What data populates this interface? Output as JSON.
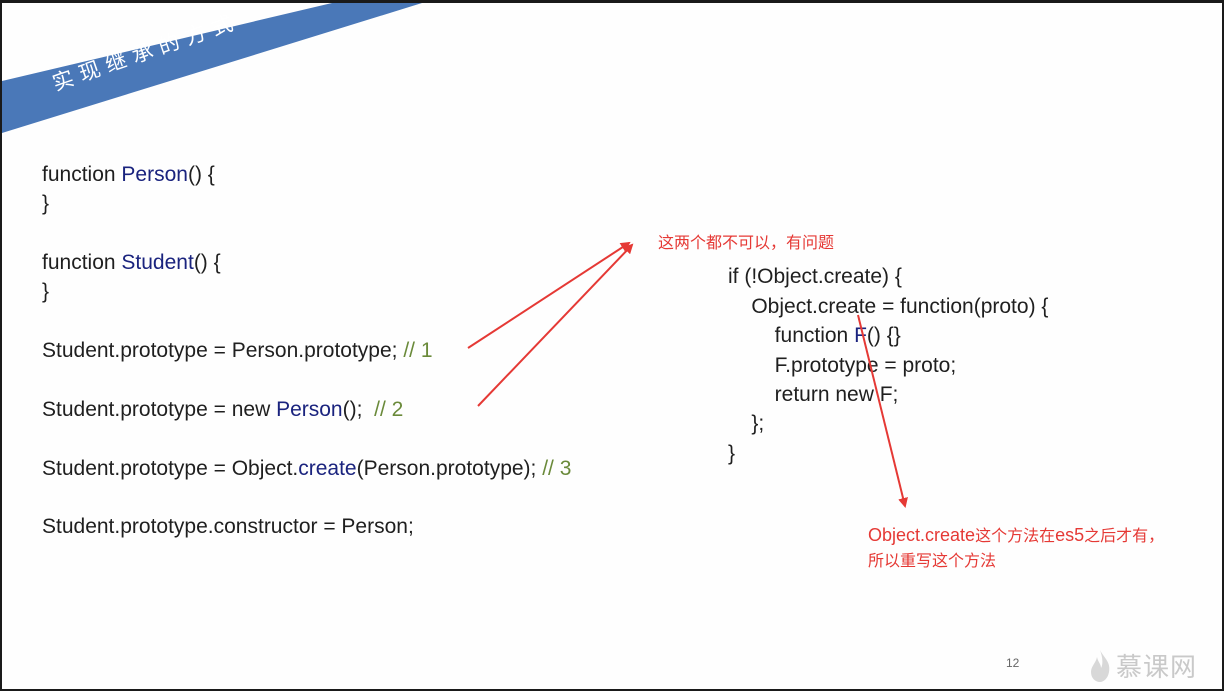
{
  "slide": {
    "title": "实现继承的方式",
    "page_number": "12",
    "logo_text": "慕课网"
  },
  "left_code": {
    "line1": {
      "kw": "function",
      "name": "Person",
      "rest": "() {"
    },
    "line2": "}",
    "line3": {
      "kw": "function",
      "name": "Student",
      "rest": "() {"
    },
    "line4": "}",
    "line5": {
      "code": "Student.prototype = Person.prototype; ",
      "comment": "// 1"
    },
    "line6": {
      "pre": "Student.prototype = new ",
      "name": "Person",
      "post": "();  ",
      "comment": "// 2"
    },
    "line7": {
      "pre": "Student.prototype = Object.",
      "name": "create",
      "post": "(Person.prototype); ",
      "comment": "// 3"
    },
    "line8": "Student.prototype.constructor = Person;"
  },
  "right_code": {
    "line1": "if (!Object.create) {",
    "line2": "    Object.create = function(proto) {",
    "line3": {
      "pre": "        function ",
      "name": "F",
      "post": "() {}"
    },
    "line4": "        F.prototype = proto;",
    "line5": "        return new F;",
    "line6": "    };",
    "line7": "}"
  },
  "annotations": {
    "top": "这两个都不可以，有问题",
    "bottom_line1_en": "Object.create",
    "bottom_line1_zh": "这个方法在",
    "bottom_line1_en2": "es5",
    "bottom_line1_zh2": "之后才有，",
    "bottom_line2": "所以重写这个方法"
  },
  "colors": {
    "banner": "#4a78b8",
    "annotation": "#e53935",
    "keyword": "#1a237e",
    "comment": "#6a8a3a"
  }
}
